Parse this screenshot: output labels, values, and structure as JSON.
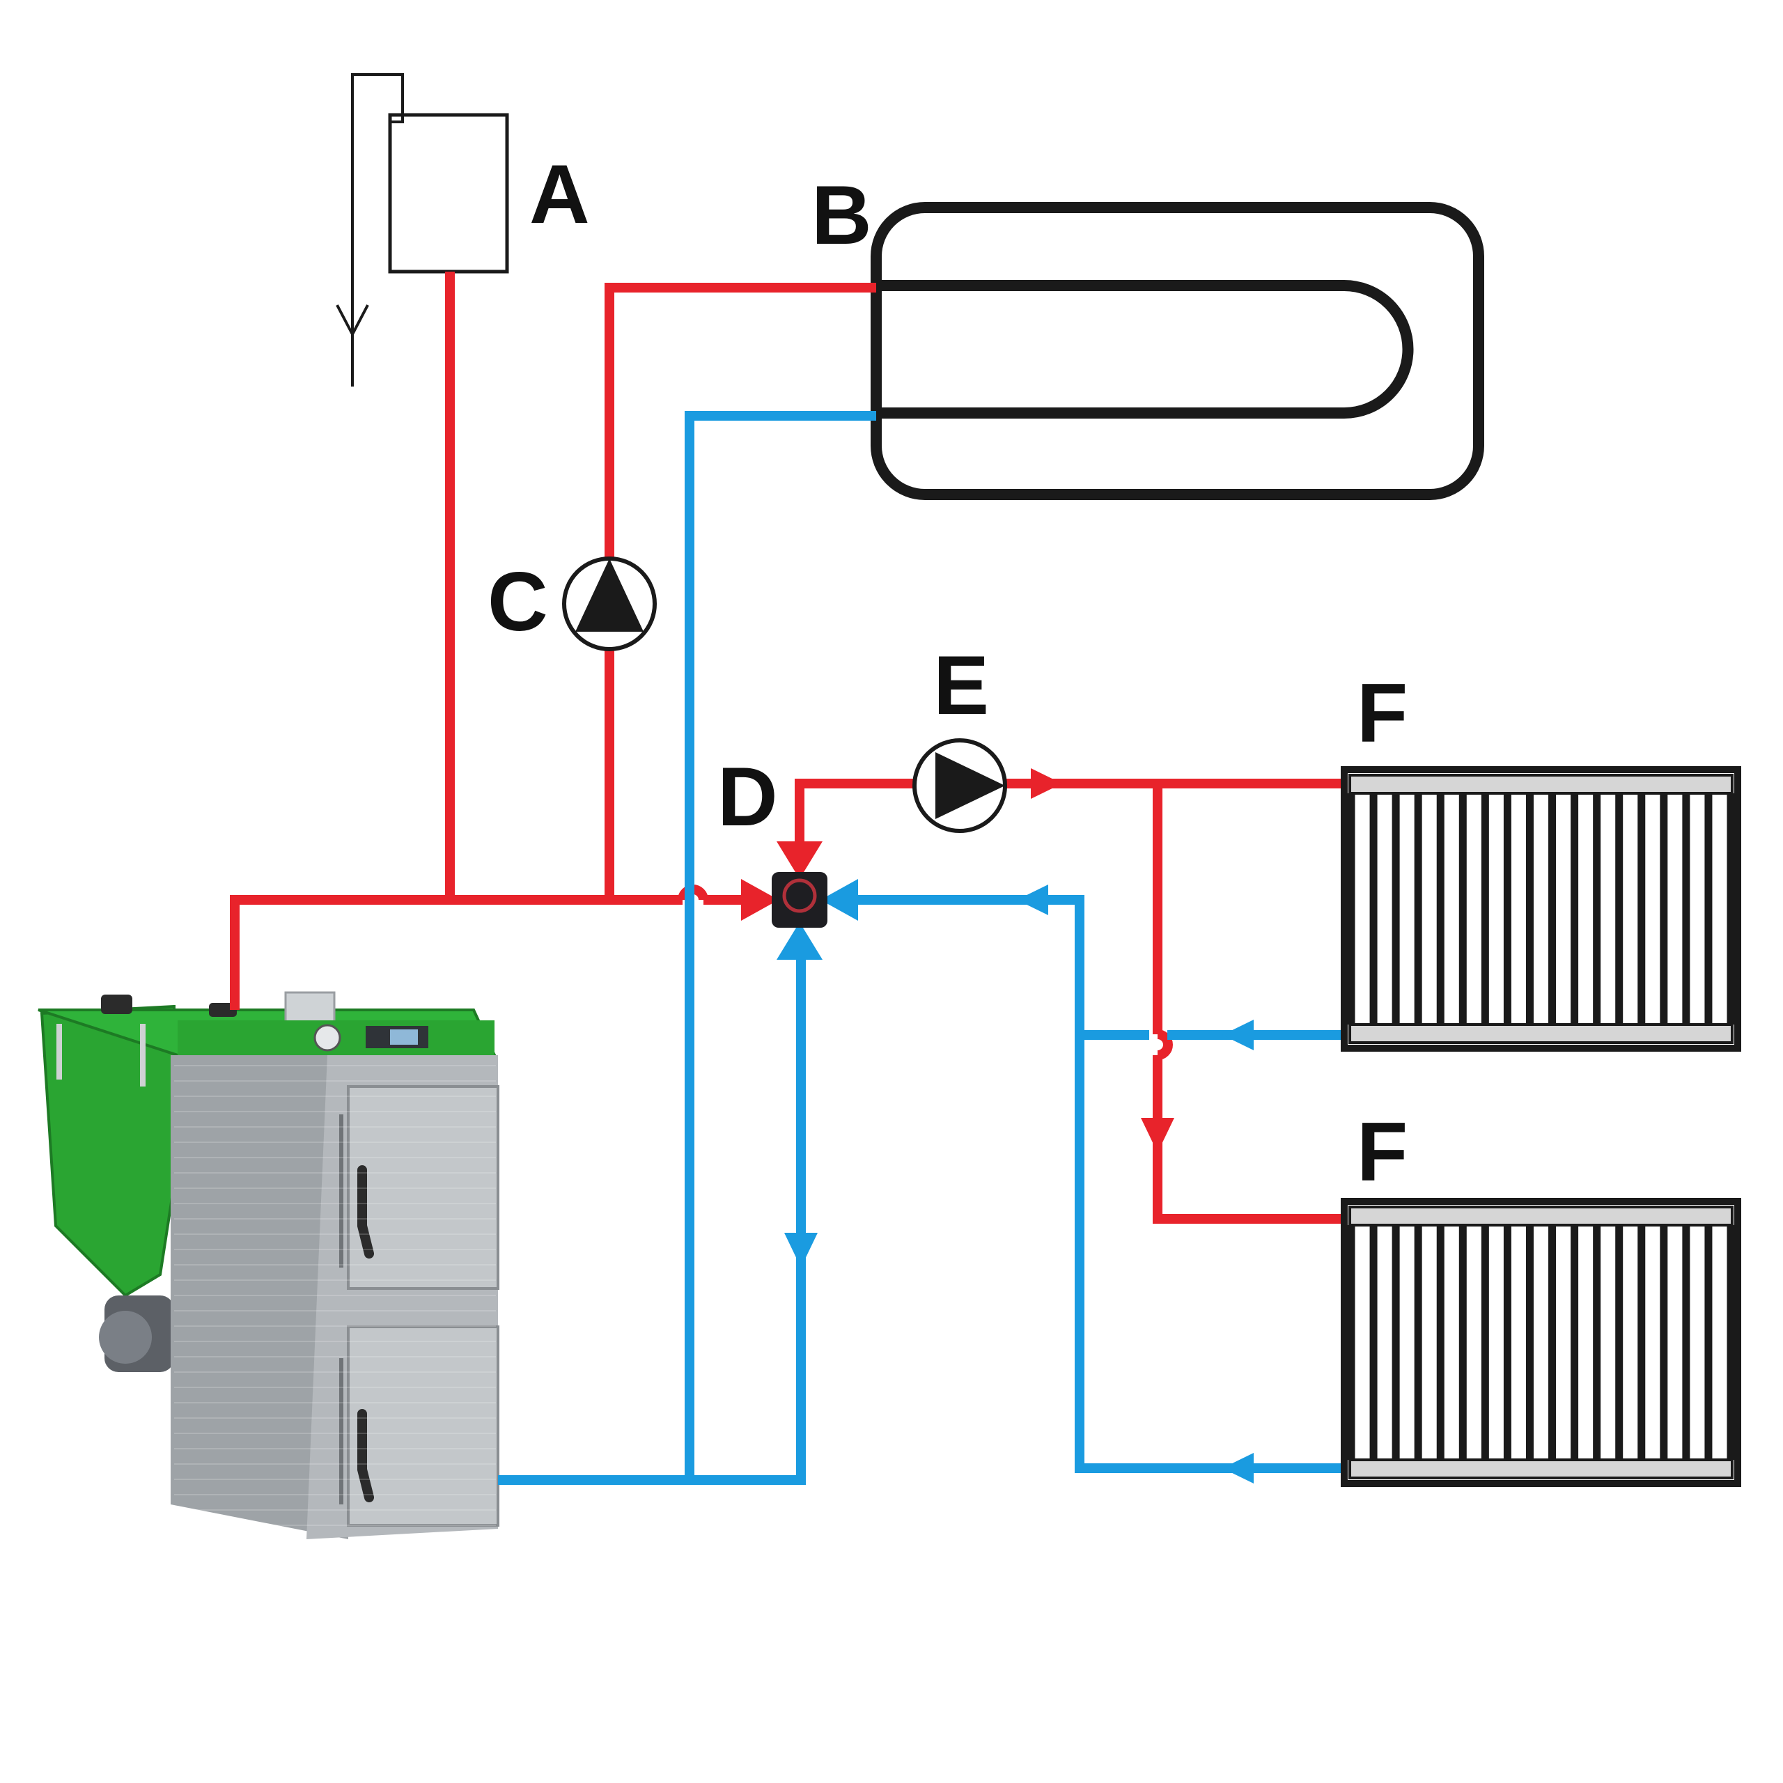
{
  "labels": {
    "a": "A",
    "b": "B",
    "c": "C",
    "d": "D",
    "e": "E",
    "f_upper": "F",
    "f_lower": "F"
  },
  "colors": {
    "hot": "#e8232b",
    "cold": "#1a9be0",
    "outline": "#1a1a1a",
    "boiler_green": "#2aa532",
    "boiler_steel": "#a9adb1"
  },
  "components": {
    "a": "expansion-tank",
    "b": "hot-water-cylinder",
    "c": "circulation-pump",
    "d": "four-way-mixing-valve",
    "e": "circulation-pump",
    "f": "radiator"
  }
}
